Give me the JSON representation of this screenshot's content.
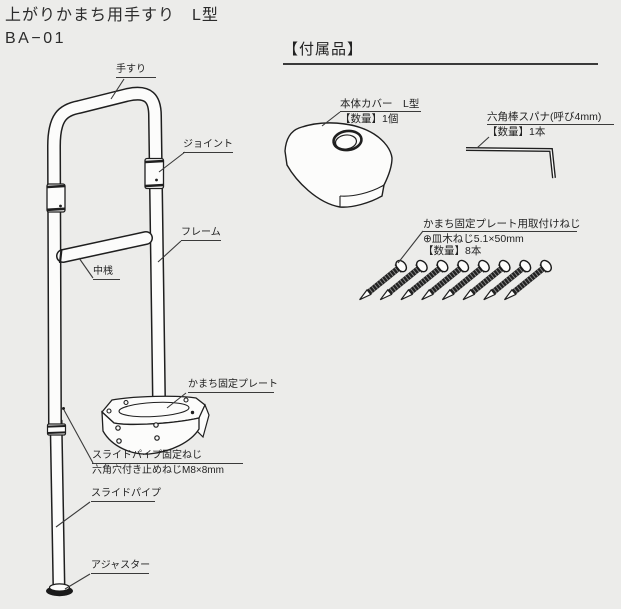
{
  "title": {
    "line1": "上がりかまち用手すり　L型",
    "line2": "BA−01"
  },
  "diagram": {
    "part_labels": {
      "handrail": "手すり",
      "joint": "ジョイント",
      "frame": "フレーム",
      "mid_rail": "中桟",
      "kamachi_plate": "かまち固定プレート",
      "slide_screw_line1": "スライドパイプ固定ねじ",
      "slide_screw_line2": "六角穴付き止めねじM8×8mm",
      "slide_pipe": "スライドパイプ",
      "adjuster": "アジャスター"
    }
  },
  "accessories": {
    "header": "【付属品】",
    "items": [
      {
        "name": "本体カバー　L型",
        "qty": "【数量】1個"
      },
      {
        "name": "六角棒スパナ(呼び4mm)",
        "qty": "【数量】1本"
      },
      {
        "name": "かまち固定プレート用取付けねじ",
        "spec": "⊕皿木ねじ5.1×50mm",
        "qty": "【数量】8本",
        "count": 8
      }
    ]
  },
  "colors": {
    "background": "#ececea",
    "line": "#1f1f1f",
    "text": "#2a2a2a"
  }
}
